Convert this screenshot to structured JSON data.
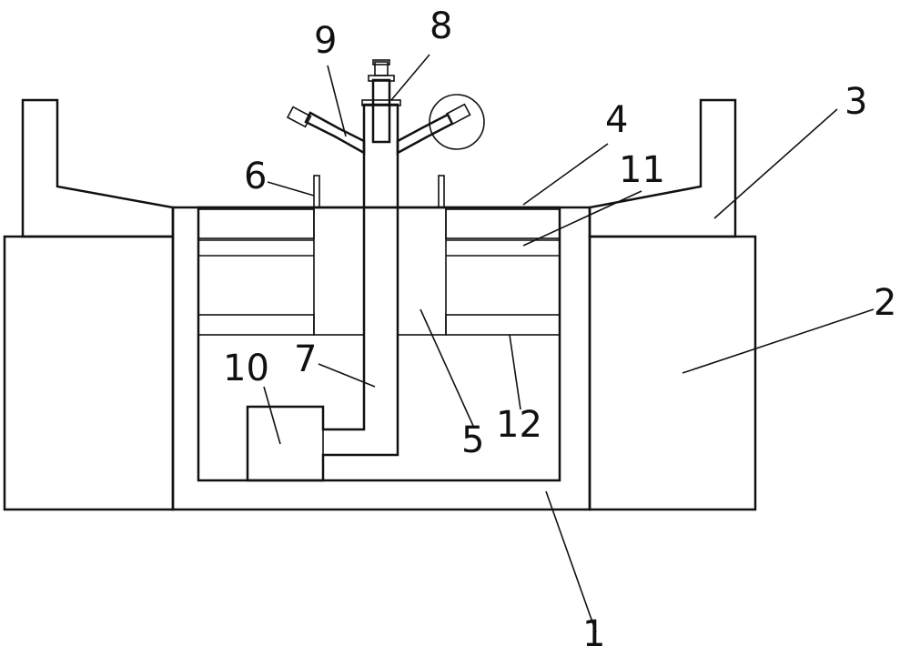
{
  "labels": {
    "n1": "1",
    "n2": "2",
    "n3": "3",
    "n4": "4",
    "n5": "5",
    "n6": "6",
    "n7": "7",
    "n8": "8",
    "n9": "9",
    "n10": "10",
    "n11": "11",
    "n12": "12"
  },
  "colors": {
    "line": "#111111",
    "background": "#ffffff"
  }
}
